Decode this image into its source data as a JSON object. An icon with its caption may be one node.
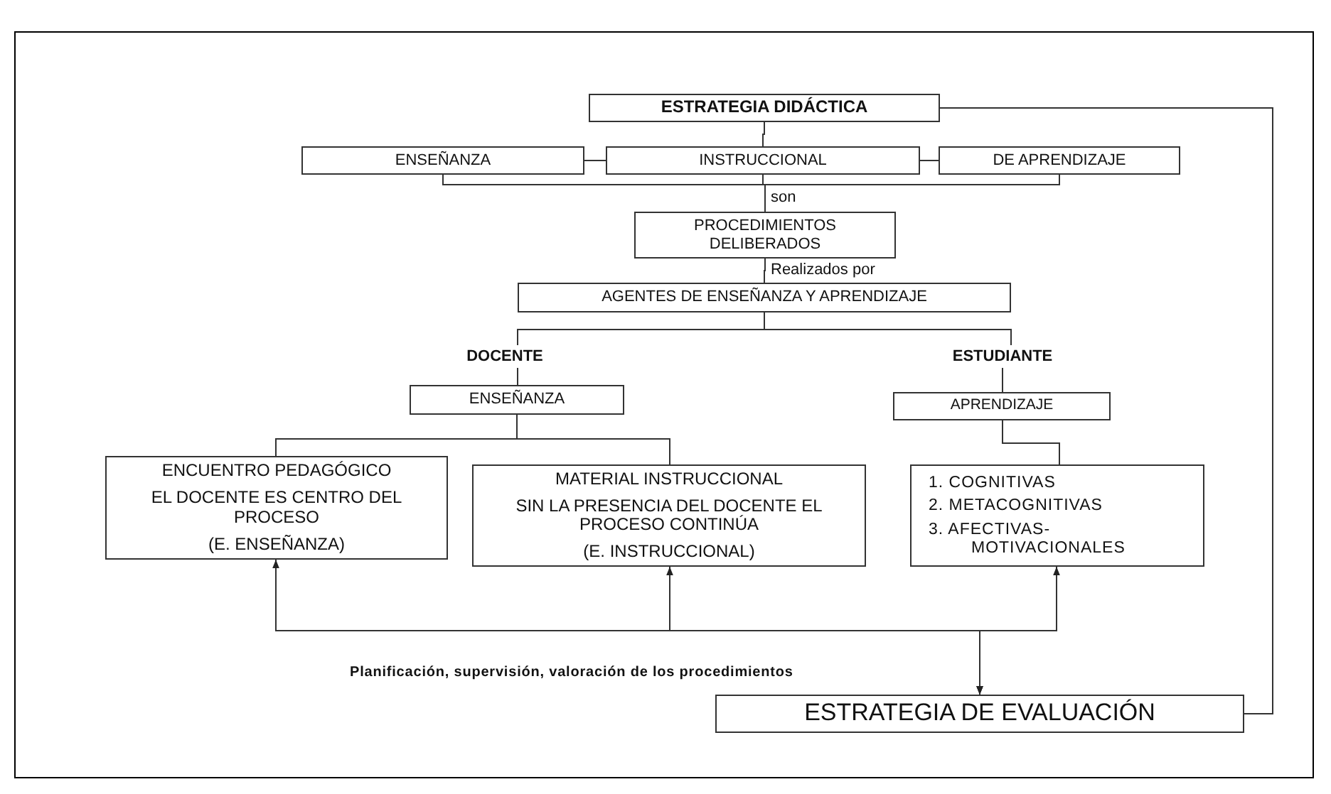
{
  "diagram": {
    "nodes": [
      {
        "text": [
          "ESTRATEGIA DIDÁCTICA"
        ]
      },
      {
        "text": [
          "ENSEÑANZA"
        ]
      },
      {
        "text": [
          "INSTRUCCIONAL"
        ]
      },
      {
        "text": [
          "DE APRENDIZAJE"
        ]
      },
      {
        "text": [
          "PROCEDIMIENTOS DELIBERADOS"
        ]
      },
      {
        "text": [
          "AGENTES DE ENSEÑANZA Y APRENDIZAJE"
        ]
      },
      {
        "text": [
          "DOCENTE"
        ]
      },
      {
        "text": [
          "ESTUDIANTE"
        ]
      },
      {
        "text": [
          "ENSEÑANZA"
        ]
      },
      {
        "text": [
          "APRENDIZAJE"
        ]
      },
      {
        "text": [
          "ENCUENTRO PEDAGÓGICO",
          "EL DOCENTE ES CENTRO DEL PROCESO",
          "(E. ENSEÑANZA)"
        ]
      },
      {
        "text": [
          "MATERIAL INSTRUCCIONAL",
          "SIN LA PRESENCIA DEL DOCENTE EL PROCESO CONTINÚA",
          "(E. INSTRUCCIONAL)"
        ]
      },
      {
        "text": [
          "1. COGNITIVAS",
          "2. METACOGNITIVAS",
          "3. AFECTIVAS- MOTIVACIONALES"
        ]
      },
      {
        "text": [
          "ESTRATEGIA DE EVALUACIÓN"
        ]
      }
    ],
    "edges": [
      {
        "from": 0,
        "to": 2,
        "arrow": "none"
      },
      {
        "from": 2,
        "to": 1,
        "arrow": "none"
      },
      {
        "from": 2,
        "to": 3,
        "arrow": "none"
      },
      {
        "from": 1,
        "to": 4,
        "arrow": "none"
      },
      {
        "from": 2,
        "to": 4,
        "arrow": "none",
        "label": "son"
      },
      {
        "from": 3,
        "to": 4,
        "arrow": "none"
      },
      {
        "from": 4,
        "to": 5,
        "arrow": "none",
        "label": "Realizados por"
      },
      {
        "from": 5,
        "to": 6,
        "arrow": "none"
      },
      {
        "from": 5,
        "to": 7,
        "arrow": "none"
      },
      {
        "from": 6,
        "to": 8,
        "arrow": "none"
      },
      {
        "from": 7,
        "to": 9,
        "arrow": "none"
      },
      {
        "from": 8,
        "to": 10,
        "arrow": "none"
      },
      {
        "from": 8,
        "to": 11,
        "arrow": "none"
      },
      {
        "from": 9,
        "to": 12,
        "arrow": "none"
      },
      {
        "from": 10,
        "to": 13,
        "arrow": "both"
      },
      {
        "from": 11,
        "to": 13,
        "arrow": "both"
      },
      {
        "from": 12,
        "to": 13,
        "arrow": "both"
      },
      {
        "from": 13,
        "to": 0,
        "arrow": "none"
      }
    ],
    "labels": [
      "Planificación, supervisión, valoración de los procedimientos"
    ]
  }
}
